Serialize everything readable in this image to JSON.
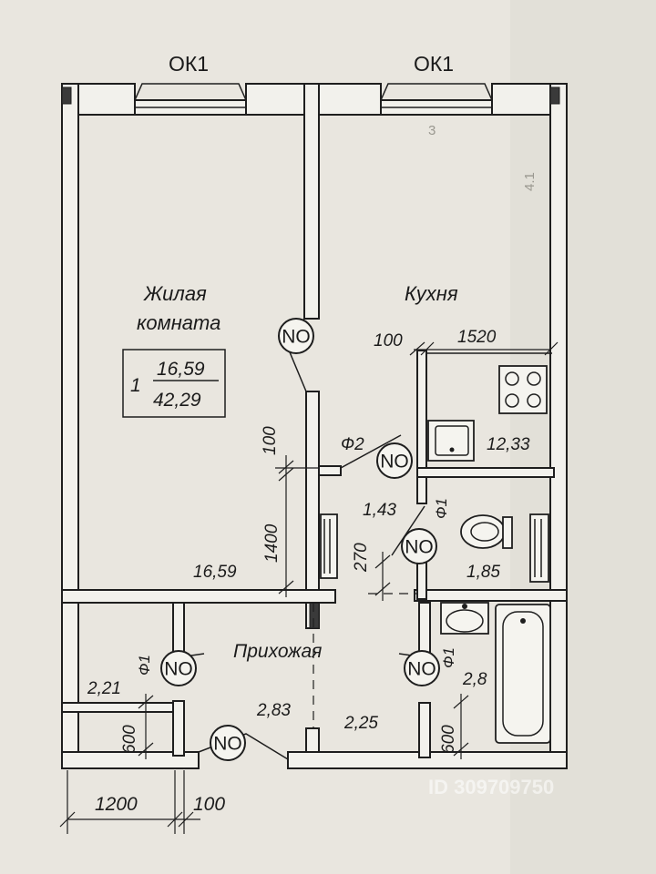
{
  "windows": {
    "left": "ОК1",
    "right": "ОК1"
  },
  "rooms": {
    "living": {
      "line1": "Жилая",
      "line2": "комната",
      "area_label": "16,59"
    },
    "kitchen": {
      "name": "Кухня",
      "area": "12,33"
    },
    "hall": {
      "name": "Прихожая"
    },
    "bathroom": {
      "area": "1,85"
    },
    "toilet": {
      "area": "1,43"
    }
  },
  "apartment_box": {
    "number": "1",
    "living_area": "16,59",
    "total_area": "42,29"
  },
  "areas": {
    "storage": "2,21",
    "hall_left": "2,83",
    "hall_right": "2,25",
    "bath_room": "2,8"
  },
  "dimensions": {
    "d100_kitchen": "100",
    "d1520": "1520",
    "d100_vertical": "100",
    "d1400": "1400",
    "d270": "270",
    "d600_left": "600",
    "d600_right": "600",
    "d1200": "1200",
    "d100_bottom": "100"
  },
  "door_labels": {
    "f2": "Ф2",
    "f1_toilet": "Ф1",
    "f1_storage": "Ф1",
    "f1_bath": "Ф1"
  },
  "no_marker": "NO",
  "pencil_notes": {
    "top": "3",
    "right": "4.1"
  },
  "watermark": "ID 309709750"
}
